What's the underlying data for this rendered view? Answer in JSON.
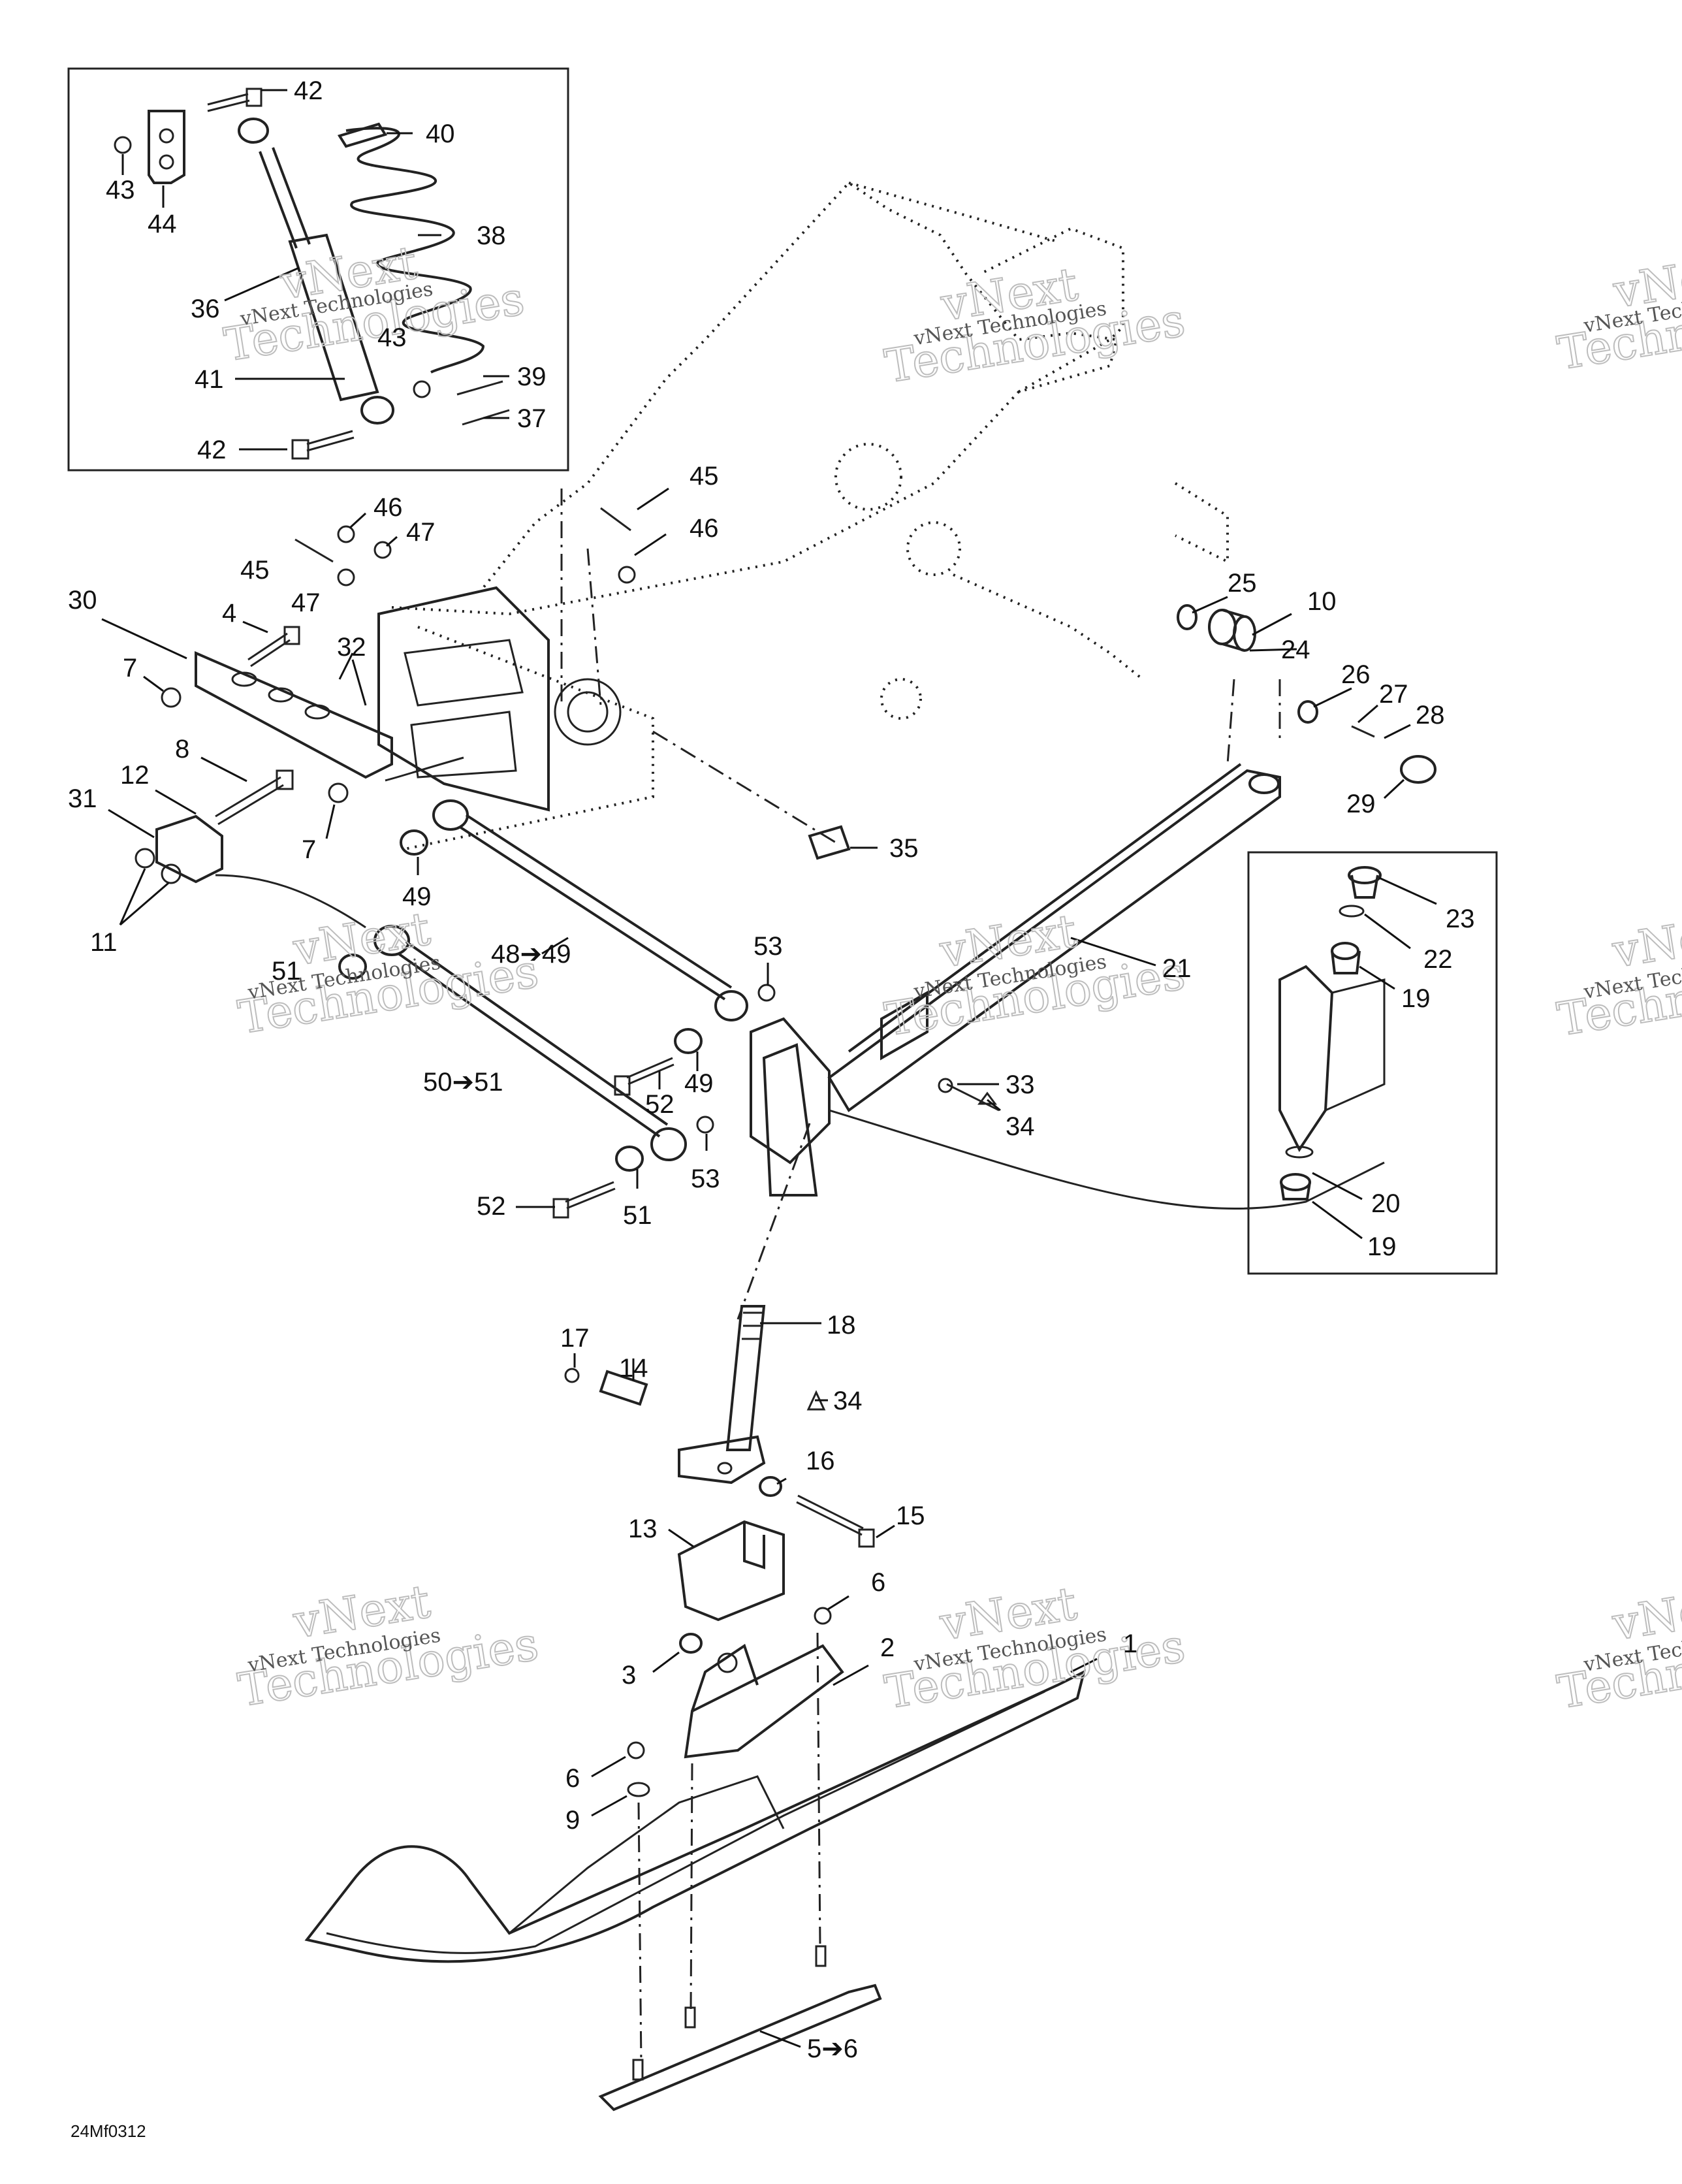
{
  "diagram": {
    "figure_code": "24Mf0312",
    "watermark": {
      "line1": "vNext",
      "line2": "Technologies",
      "small": "vNext Technologies"
    },
    "callouts": [
      {
        "id": "c42a",
        "text": "42"
      },
      {
        "id": "c40",
        "text": "40"
      },
      {
        "id": "c43",
        "text": "43"
      },
      {
        "id": "c44",
        "text": "44"
      },
      {
        "id": "c38",
        "text": "38"
      },
      {
        "id": "c36",
        "text": "36"
      },
      {
        "id": "c43b",
        "text": "43"
      },
      {
        "id": "c41",
        "text": "41"
      },
      {
        "id": "c39",
        "text": "39"
      },
      {
        "id": "c37",
        "text": "37"
      },
      {
        "id": "c42b",
        "text": "42"
      },
      {
        "id": "c45a",
        "text": "45"
      },
      {
        "id": "c46a",
        "text": "46"
      },
      {
        "id": "c47a",
        "text": "47"
      },
      {
        "id": "c46b",
        "text": "46"
      },
      {
        "id": "c45b",
        "text": "45"
      },
      {
        "id": "c47b",
        "text": "47"
      },
      {
        "id": "c30",
        "text": "30"
      },
      {
        "id": "c4",
        "text": "4"
      },
      {
        "id": "c32",
        "text": "32"
      },
      {
        "id": "c7a",
        "text": "7"
      },
      {
        "id": "c8",
        "text": "8"
      },
      {
        "id": "c12",
        "text": "12"
      },
      {
        "id": "c31",
        "text": "31"
      },
      {
        "id": "c7b",
        "text": "7"
      },
      {
        "id": "c11",
        "text": "11"
      },
      {
        "id": "c49a",
        "text": "49"
      },
      {
        "id": "c25",
        "text": "25"
      },
      {
        "id": "c10",
        "text": "10"
      },
      {
        "id": "c24",
        "text": "24"
      },
      {
        "id": "c26",
        "text": "26"
      },
      {
        "id": "c27",
        "text": "27"
      },
      {
        "id": "c28",
        "text": "28"
      },
      {
        "id": "c29",
        "text": "29"
      },
      {
        "id": "c35",
        "text": "35"
      },
      {
        "id": "c23",
        "text": "23"
      },
      {
        "id": "c22",
        "text": "22"
      },
      {
        "id": "c19a",
        "text": "19"
      },
      {
        "id": "c21",
        "text": "21"
      },
      {
        "id": "c48",
        "text": "48➔49"
      },
      {
        "id": "c53a",
        "text": "53"
      },
      {
        "id": "c51a",
        "text": "51"
      },
      {
        "id": "c50",
        "text": "50➔51"
      },
      {
        "id": "c49b",
        "text": "49"
      },
      {
        "id": "c52a",
        "text": "52"
      },
      {
        "id": "c33",
        "text": "33"
      },
      {
        "id": "c34a",
        "text": "34"
      },
      {
        "id": "c53b",
        "text": "53"
      },
      {
        "id": "c52b",
        "text": "52"
      },
      {
        "id": "c51b",
        "text": "51"
      },
      {
        "id": "c20",
        "text": "20"
      },
      {
        "id": "c19b",
        "text": "19"
      },
      {
        "id": "c18",
        "text": "18"
      },
      {
        "id": "c17",
        "text": "17"
      },
      {
        "id": "c14",
        "text": "14"
      },
      {
        "id": "c34b",
        "text": "34"
      },
      {
        "id": "c16",
        "text": "16"
      },
      {
        "id": "c15",
        "text": "15"
      },
      {
        "id": "c13",
        "text": "13"
      },
      {
        "id": "c6a",
        "text": "6"
      },
      {
        "id": "c1",
        "text": "1"
      },
      {
        "id": "c2",
        "text": "2"
      },
      {
        "id": "c3",
        "text": "3"
      },
      {
        "id": "c6b",
        "text": "6"
      },
      {
        "id": "c9",
        "text": "9"
      },
      {
        "id": "c5",
        "text": "5➔6"
      }
    ]
  }
}
